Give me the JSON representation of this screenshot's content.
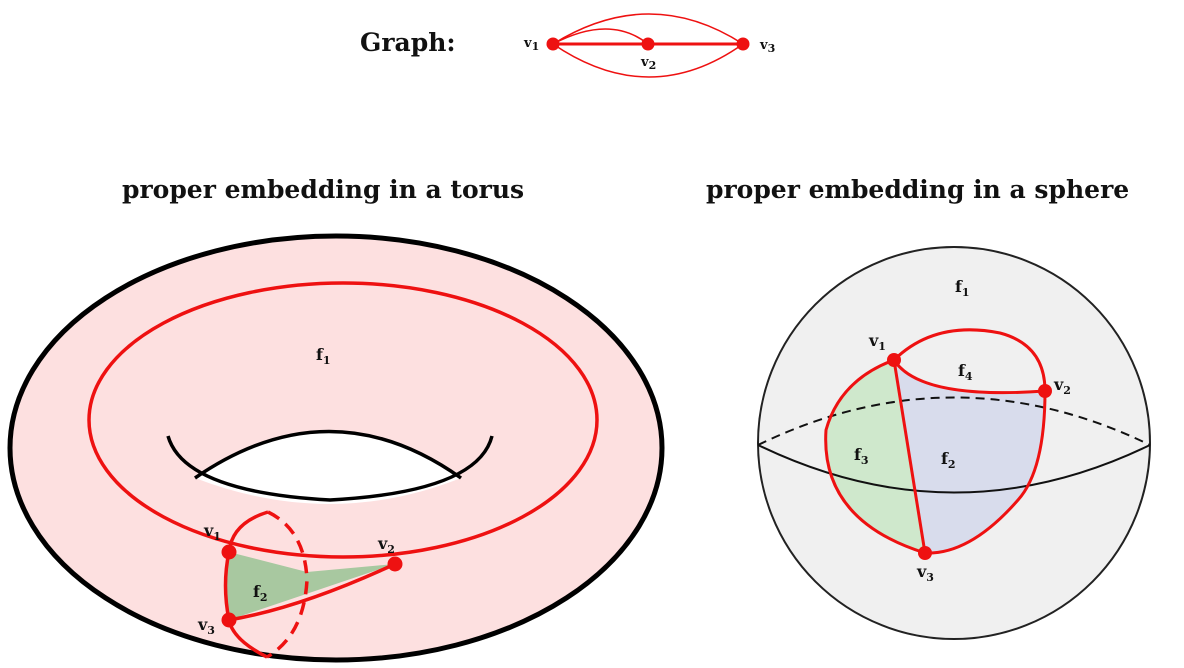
{
  "graph": {
    "label": "Graph:",
    "vertices": [
      {
        "name": "v",
        "sub": "1"
      },
      {
        "name": "v",
        "sub": "2"
      },
      {
        "name": "v",
        "sub": "3"
      }
    ]
  },
  "torus": {
    "title": "proper embedding in a torus",
    "faces": [
      {
        "name": "f",
        "sub": "1"
      },
      {
        "name": "f",
        "sub": "2"
      }
    ],
    "vertices": [
      {
        "name": "v",
        "sub": "1"
      },
      {
        "name": "v",
        "sub": "2"
      },
      {
        "name": "v",
        "sub": "3"
      }
    ]
  },
  "sphere": {
    "title": "proper embedding in a sphere",
    "faces": [
      {
        "name": "f",
        "sub": "1"
      },
      {
        "name": "f",
        "sub": "4"
      },
      {
        "name": "f",
        "sub": "3"
      },
      {
        "name": "f",
        "sub": "2"
      }
    ],
    "vertices": [
      {
        "name": "v",
        "sub": "1"
      },
      {
        "name": "v",
        "sub": "2"
      },
      {
        "name": "v",
        "sub": "3"
      }
    ]
  },
  "colors": {
    "edge": "#ee1111",
    "torus_fill": "#fde0e0",
    "face_green": "#a8c8a0",
    "sphere_fill": "#f0f0f0",
    "face_green_light": "#cfe8cc",
    "face_blue": "#d8dcec",
    "outline": "#000000"
  }
}
